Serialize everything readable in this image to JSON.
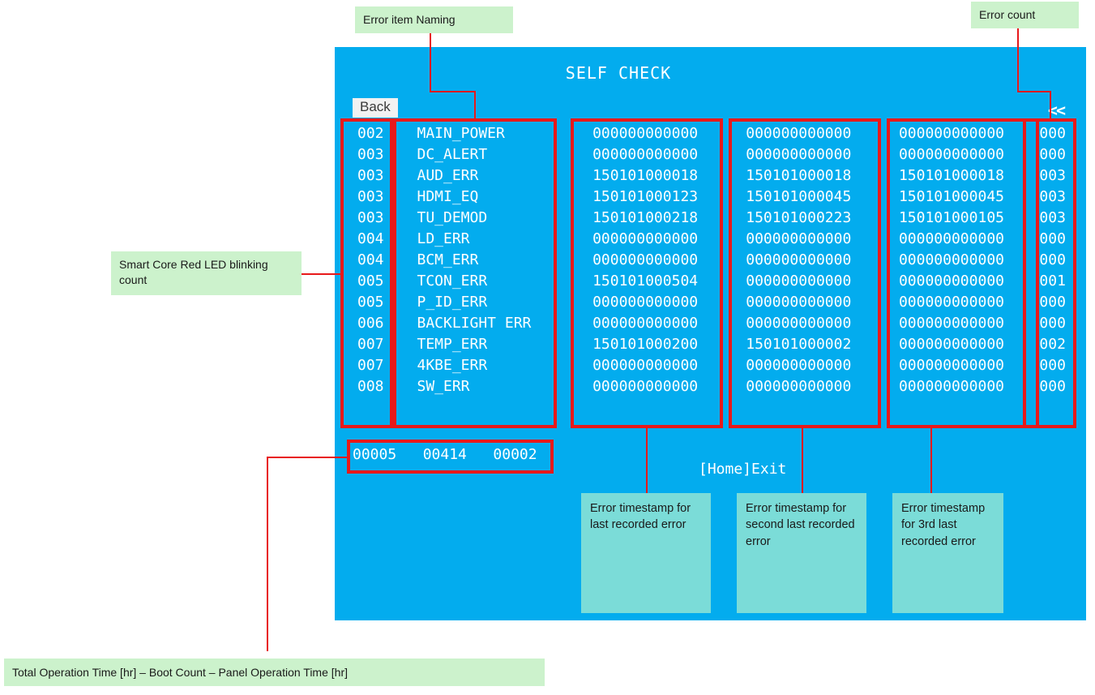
{
  "screen": {
    "title": "SELF CHECK",
    "back_label": "Back",
    "page_prev_icon": "<<",
    "exit_hint": "[Home]Exit",
    "operation_time_row": "00005   00414   00002",
    "operation_values": {
      "total_operation_time_hr": "00005",
      "boot_count": "00414",
      "panel_operation_time_hr": "00002"
    },
    "colors": {
      "screen_bg": "#03ACEE",
      "text": "#FFFFFF",
      "annotation_red": "#E8191A",
      "callout_green": "#CCF2CC",
      "callout_teal": "#7BDCD8",
      "back_button_bg": "#F2F2F2"
    }
  },
  "table": {
    "columns": [
      "led_blink_count",
      "error_item_name",
      "timestamp_last",
      "timestamp_second_last",
      "timestamp_third_last",
      "error_count"
    ],
    "rows": [
      {
        "led": "002",
        "name": "MAIN_POWER",
        "ts1": "000000000000",
        "ts2": "000000000000",
        "ts3": "000000000000",
        "count": "000"
      },
      {
        "led": "003",
        "name": "DC_ALERT",
        "ts1": "000000000000",
        "ts2": "000000000000",
        "ts3": "000000000000",
        "count": "000"
      },
      {
        "led": "003",
        "name": "AUD_ERR",
        "ts1": "150101000018",
        "ts2": "150101000018",
        "ts3": "150101000018",
        "count": "003"
      },
      {
        "led": "003",
        "name": "HDMI_EQ",
        "ts1": "150101000123",
        "ts2": "150101000045",
        "ts3": "150101000045",
        "count": "003"
      },
      {
        "led": "003",
        "name": "TU_DEMOD",
        "ts1": "150101000218",
        "ts2": "150101000223",
        "ts3": "150101000105",
        "count": "003"
      },
      {
        "led": "004",
        "name": "LD_ERR",
        "ts1": "000000000000",
        "ts2": "000000000000",
        "ts3": "000000000000",
        "count": "000"
      },
      {
        "led": "004",
        "name": "BCM_ERR",
        "ts1": "000000000000",
        "ts2": "000000000000",
        "ts3": "000000000000",
        "count": "000"
      },
      {
        "led": "005",
        "name": "TCON_ERR",
        "ts1": "150101000504",
        "ts2": "000000000000",
        "ts3": "000000000000",
        "count": "001"
      },
      {
        "led": "005",
        "name": "P_ID_ERR",
        "ts1": "000000000000",
        "ts2": "000000000000",
        "ts3": "000000000000",
        "count": "000"
      },
      {
        "led": "006",
        "name": "BACKLIGHT ERR",
        "ts1": "000000000000",
        "ts2": "000000000000",
        "ts3": "000000000000",
        "count": "000"
      },
      {
        "led": "007",
        "name": "TEMP_ERR",
        "ts1": "150101000200",
        "ts2": "150101000002",
        "ts3": "000000000000",
        "count": "002"
      },
      {
        "led": "007",
        "name": "4KBE_ERR",
        "ts1": "000000000000",
        "ts2": "000000000000",
        "ts3": "000000000000",
        "count": "000"
      },
      {
        "led": "008",
        "name": "SW_ERR",
        "ts1": "000000000000",
        "ts2": "000000000000",
        "ts3": "000000000000",
        "count": "000"
      }
    ]
  },
  "annotations": {
    "error_item_naming": "Error item Naming",
    "error_count": "Error count",
    "led_blink_count": "Smart Core Red  LED blinking count",
    "timestamp_last": "Error timestamp for last recorded error",
    "timestamp_second_last": "Error timestamp for second last recorded error",
    "timestamp_third_last": "Error timestamp for 3rd last recorded error",
    "operation_time_caption": "Total Operation Time [hr] – Boot Count – Panel Operation Time [hr]"
  }
}
